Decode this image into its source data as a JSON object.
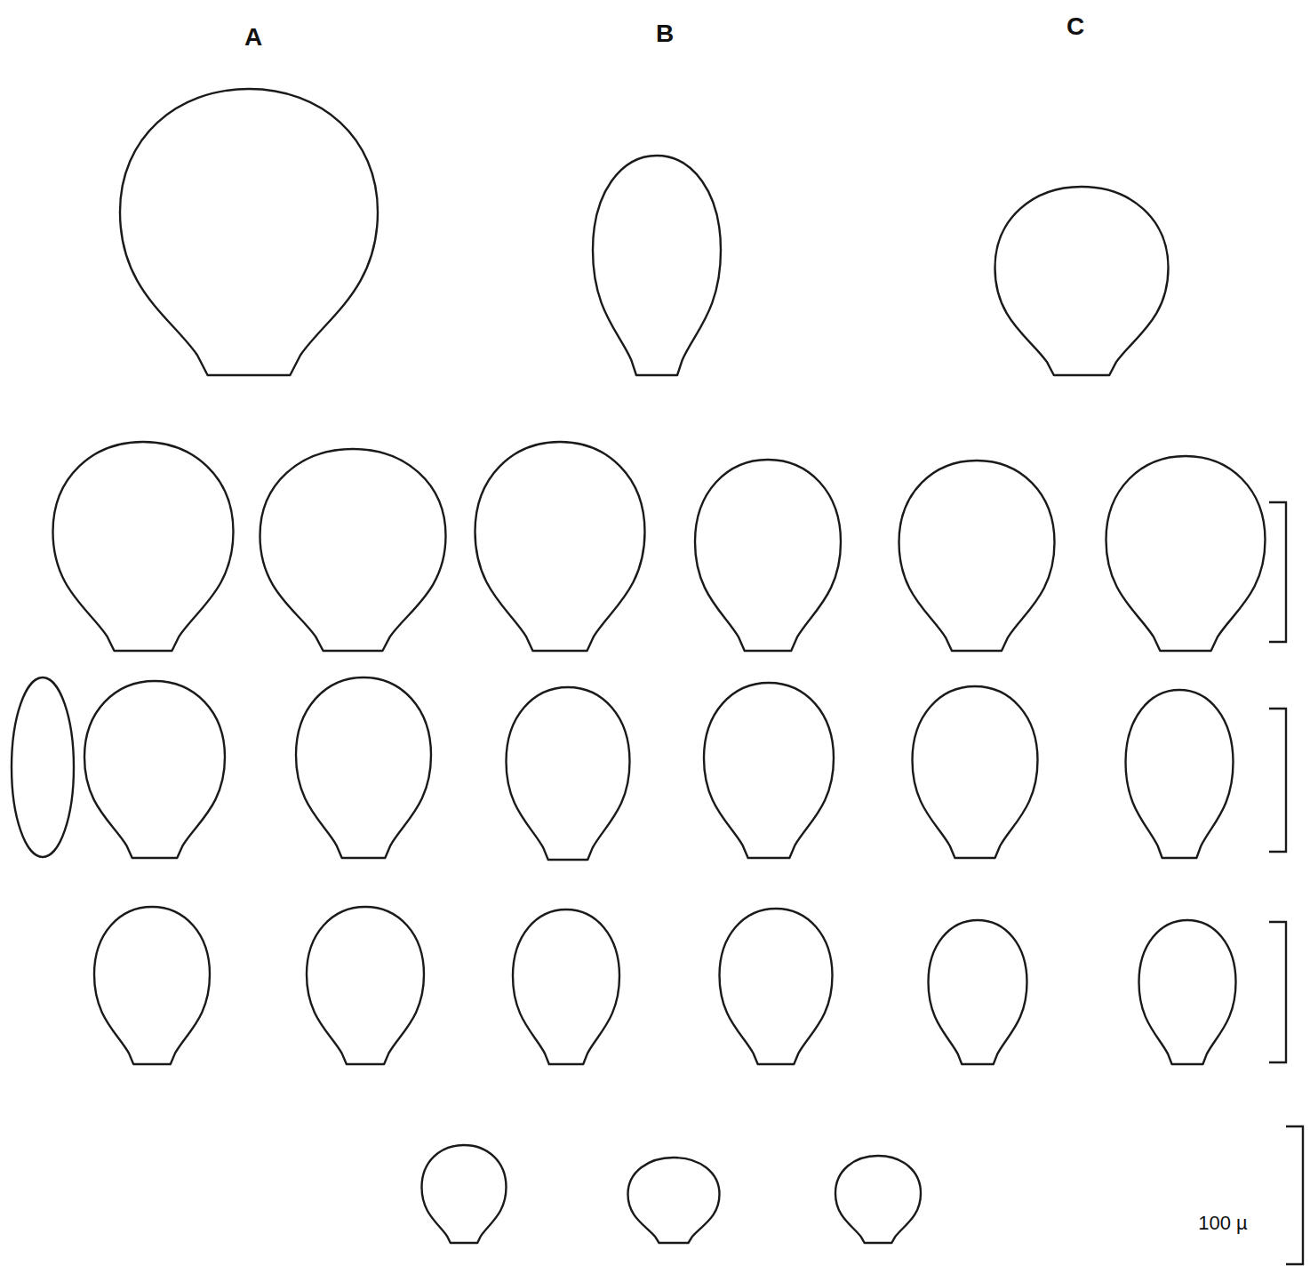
{
  "diagram": {
    "labels": [
      "A",
      "B",
      "C",
      "100 µ"
    ]
  }
}
